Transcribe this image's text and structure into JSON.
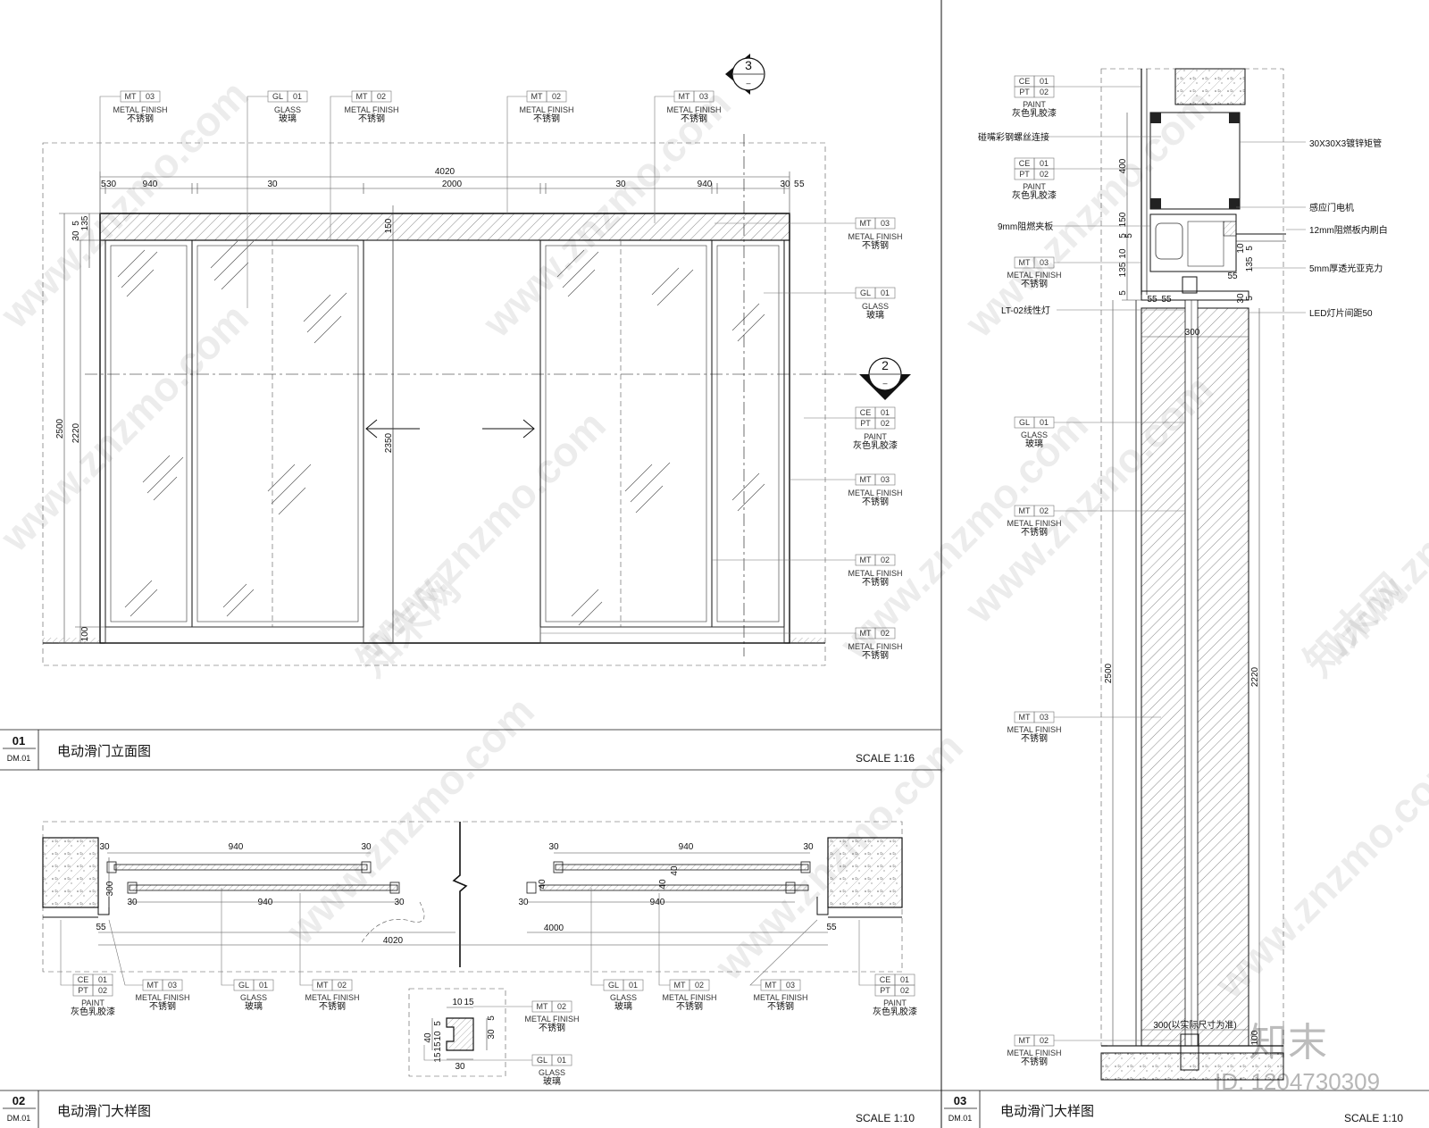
{
  "tags": {
    "mt": "MT",
    "gl": "GL",
    "ce": "CE",
    "pt": "PT",
    "n01": "01",
    "n02": "02",
    "n03": "03",
    "metal_finish": "METAL FINISH",
    "glass": "GLASS",
    "paint": "PAINT",
    "stainless": "不锈钢",
    "glass_cn": "玻璃",
    "grey_latex": "灰色乳胶漆"
  },
  "elevation": {
    "overall_width": "4020",
    "top_dims": [
      "5",
      "30",
      "940",
      "30",
      "2000",
      "30",
      "940",
      "30",
      "5",
      "5"
    ],
    "left_dims": [
      "2500",
      "2220",
      "30",
      "5",
      "135",
      "100"
    ],
    "center_dims": [
      "150",
      "2350"
    ],
    "section_marks": [
      "3",
      "2"
    ]
  },
  "plan": {
    "dims_left": [
      "940",
      "30",
      "30",
      "300",
      "30",
      "940",
      "30",
      "55",
      "4020"
    ],
    "dims_right": [
      "940",
      "30",
      "30",
      "40",
      "40",
      "40",
      "940",
      "30",
      "55",
      "4000"
    ],
    "detail_dims": [
      "10",
      "15",
      "40",
      "5",
      "10",
      "15",
      "15",
      "30",
      "5",
      "30"
    ]
  },
  "section": {
    "notes": [
      "碰嘴彩钢螺丝连接",
      "9mm阻燃夹板",
      "LT-02线性灯",
      "30X30X3镀锌矩管",
      "感应门电机",
      "12mm阻燃板内刷白",
      "5mm厚透光亚克力",
      "LED灯片间距50"
    ],
    "dims": [
      "400",
      "150",
      "5",
      "5",
      "10",
      "135",
      "5",
      "55",
      "55",
      "10",
      "135",
      "5",
      "55",
      "30",
      "5",
      "300",
      "2500",
      "2220",
      "100",
      "300(以实际尺寸为准)"
    ]
  },
  "sheets": [
    {
      "no": "01",
      "ref": "DM.01",
      "title": "电动滑门立面图",
      "scale": "SCALE  1:16"
    },
    {
      "no": "02",
      "ref": "DM.01",
      "title": "电动滑门大样图",
      "scale": "SCALE  1:10"
    },
    {
      "no": "03",
      "ref": "DM.01",
      "title": "电动滑门大样图",
      "scale": "SCALE  1:10"
    }
  ],
  "watermark": {
    "site": "www.znzmo.com",
    "brand": "知末网",
    "logo": "知末",
    "id": "ID: 1204730309"
  }
}
